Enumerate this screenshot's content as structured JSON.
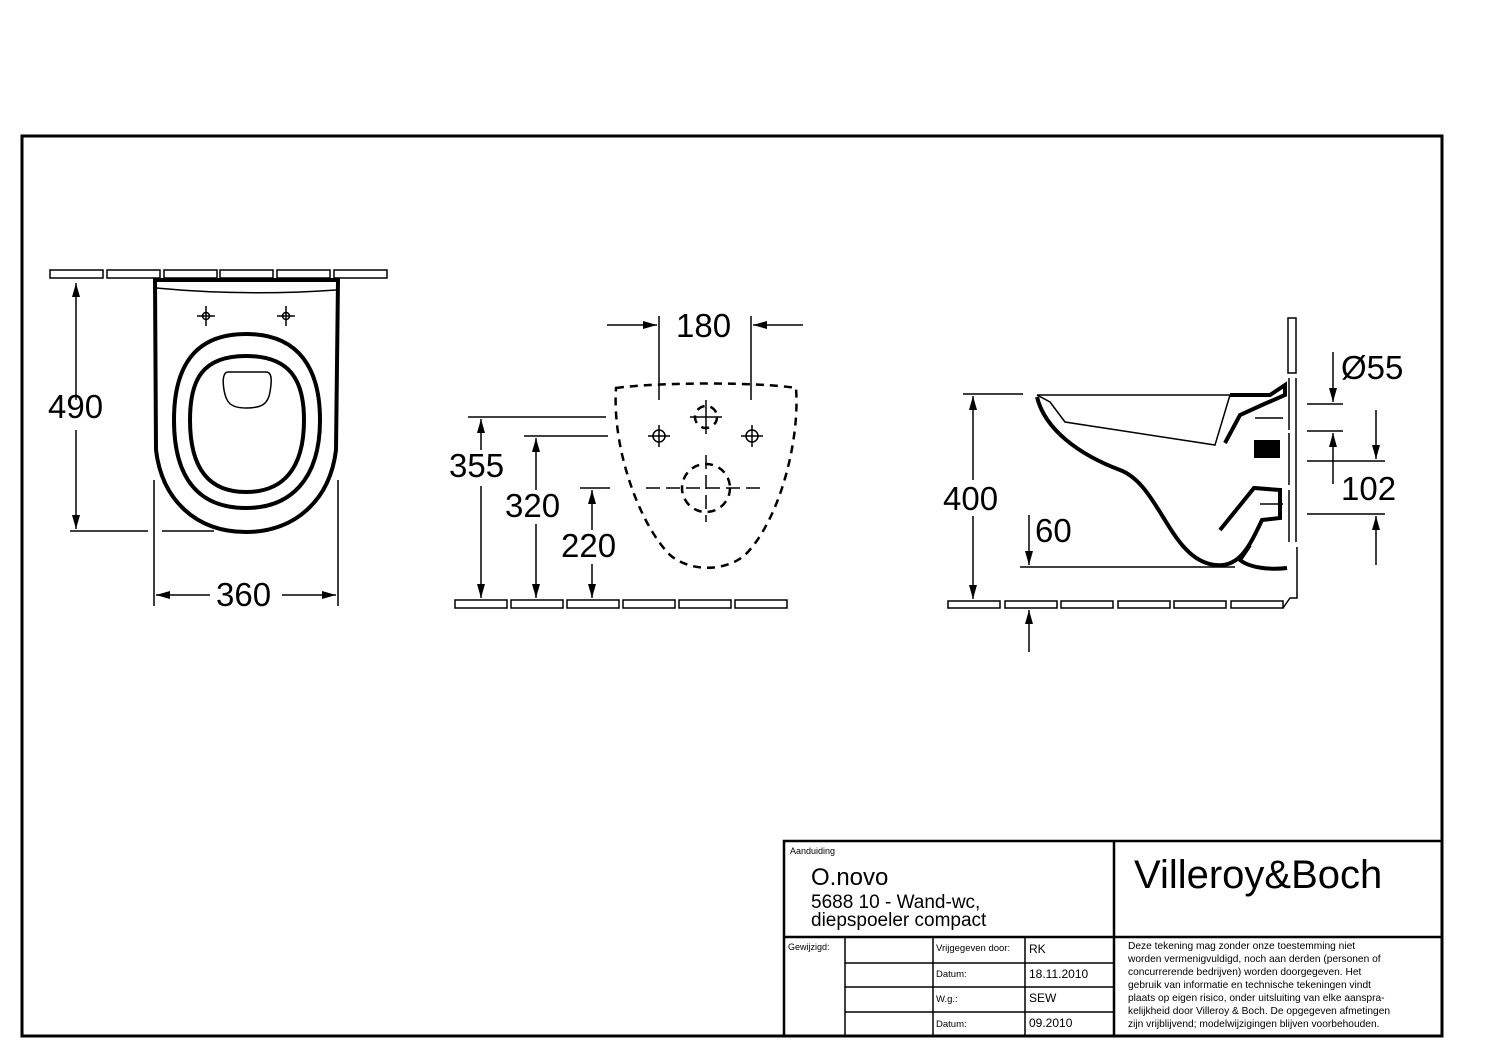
{
  "top_view": {
    "depth": "490",
    "width": "360"
  },
  "front_view": {
    "hole_spacing": "180",
    "h1": "355",
    "h2": "320",
    "h3": "220"
  },
  "side_view": {
    "height": "400",
    "outlet_height": "60",
    "diameter": "Ø55",
    "outlet_offset": "102"
  },
  "title_block": {
    "aanduiding_label": "Aanduiding",
    "product": "O.novo",
    "description_line1": "5688 10 - Wand-wc,",
    "description_line2": "diepspoeler compact",
    "brand": "Villeroy&Boch",
    "gewijzigd_label": "Gewijzigd:",
    "vrijgegeven_label": "Vrijgegeven door:",
    "vrijgegeven_value": "RK",
    "datum1_label": "Datum:",
    "datum1_value": "18.11.2010",
    "wg_label": "W.g.:",
    "wg_value": "SEW",
    "datum2_label": "Datum:",
    "datum2_value": "09.2010",
    "disclaimer": [
      "Deze tekening mag zonder onze toestemming niet",
      "worden vermenigvuldigd, noch aan derden  (personen of",
      "concurrerende bedrijven) worden doorgegeven. Het",
      "gebruik van informatie en technische tekeningen  vindt",
      "plaats op eigen risico, onder uitsluiting van elke aanspra-",
      "kelijkheid door Villeroy & Boch. De opgegeven afmetingen",
      "zijn vrijblijvend; modelwijzigingen blijven voorbehouden."
    ]
  }
}
